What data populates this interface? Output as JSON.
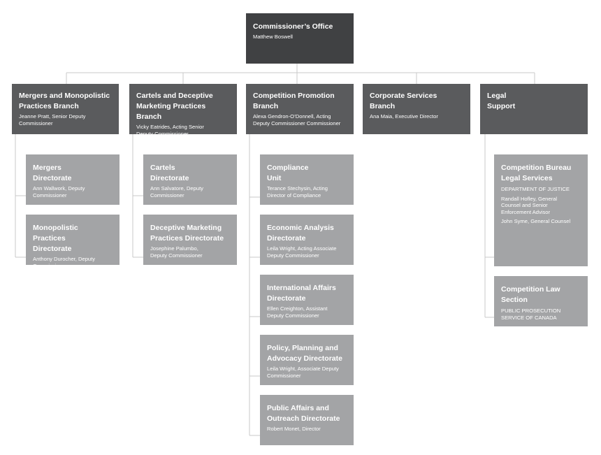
{
  "top": {
    "title": "Commissioner’s Office",
    "name": "Matthew Boswell"
  },
  "branches": [
    {
      "title": "Mergers and Monopolistic\nPractices Branch",
      "sub": "Jeanne Pratt, Senior Deputy\nCommissioner"
    },
    {
      "title": "Cartels and Deceptive\nMarketing Practices Branch",
      "sub": "Vicky Eatrides, Acting Senior\nDeputy Commissioner"
    },
    {
      "title": "Competition Promotion\nBranch",
      "sub": "Alexa Gendron-O’Donnell, Acting\nDeputy Commissioner Commissioner"
    },
    {
      "title": "Corporate Services\nBranch",
      "sub": "Ana Maia, Executive Director"
    },
    {
      "title": "Legal\nSupport",
      "sub": ""
    }
  ],
  "mergers_units": [
    {
      "title": "Mergers\nDirectorate",
      "sub": "Ann Wallwork, Deputy\nCommissioner"
    },
    {
      "title": "Monopolistic Practices\nDirectorate",
      "sub": "Anthony Durocher, Deputy\nCommissioner"
    }
  ],
  "cartels_units": [
    {
      "title": "Cartels\nDirectorate",
      "sub": "Ann Salvatore, Deputy\nCommissioner"
    },
    {
      "title": "Deceptive Marketing\nPractices Directorate",
      "sub": "Josephine Palumbo,\nDeputy Commissioner"
    }
  ],
  "promotion_units": [
    {
      "title": "Compliance\nUnit",
      "sub": "Terance Stechysin, Acting\nDirector of Compliance"
    },
    {
      "title": "Economic Analysis\nDirectorate",
      "sub": "Leila Wright, Acting Associate\nDeputy Commissioner"
    },
    {
      "title": "International Affairs\nDirectorate",
      "sub": "Ellen Creighton, Assistant\nDeputy Commissioner"
    },
    {
      "title": "Policy, Planning and\nAdvocacy Directorate",
      "sub": "Leila Wright, Associate Deputy\nCommissioner"
    },
    {
      "title": "Public Affairs and\nOutreach Directorate",
      "sub": "Robert Monet, Director"
    }
  ],
  "legal_units": {
    "bureau": {
      "title": "Competition Bureau\nLegal Services",
      "org": "DEPARTMENT OF JUSTICE",
      "person1": "Randall Hofley, General\nCounsel and Senior\nEnforcement Advisor",
      "person2": "John Syme, General Counsel"
    },
    "law": {
      "title": "Competition Law\nSection",
      "org": "PUBLIC PROSECUTION\nSERVICE  OF CANADA"
    }
  },
  "colors": {
    "top": "#404143",
    "branch": "#5a5b5d",
    "unit": "#a3a4a6",
    "line": "#c8c8c8"
  }
}
